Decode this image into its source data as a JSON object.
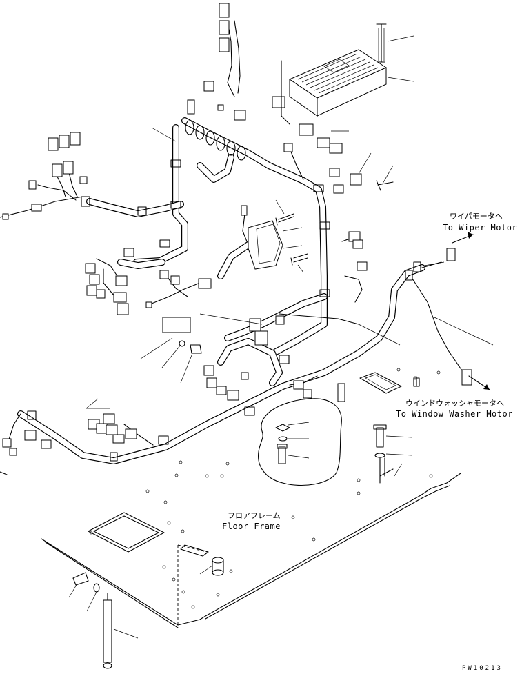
{
  "labels": {
    "wiper_jp": "ワイパモータへ",
    "wiper_en": "To Wiper Motor",
    "washer_jp": "ウインドウォッシャモータへ",
    "washer_en": "To Window Washer Motor",
    "floor_jp": "フロアフレーム",
    "floor_en": "Floor Frame"
  },
  "drawing_code": "PW10213",
  "colors": {
    "ink": "#000000",
    "paper": "#ffffff"
  }
}
